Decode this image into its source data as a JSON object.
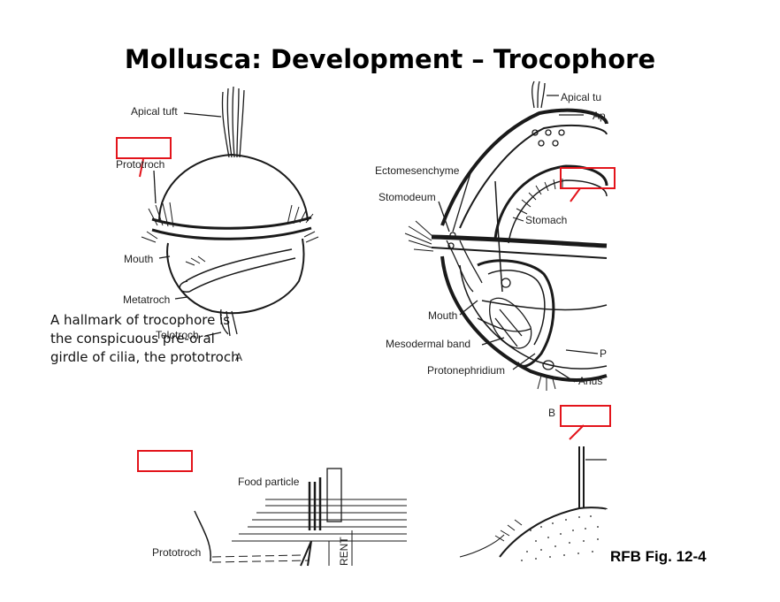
{
  "slide": {
    "title": "Mollusca: Development – Trocophore",
    "caption": "A hallmark of trocophore is the conspicuous pre-oral girdle of cilia, the prototroch",
    "figure_ref": "RFB Fig. 12-4"
  },
  "figure_a": {
    "letter": "A",
    "labels": {
      "apical_tuft": "Apical tuft",
      "prototroch": "Prototroch",
      "mouth": "Mouth",
      "metatroch": "Metatroch",
      "telotroch": "Telotroch"
    }
  },
  "figure_b": {
    "letter": "B",
    "labels": {
      "apical_tuft": "Apical tu",
      "apical_organ": "Ap",
      "ectomesenchyme": "Ectomesenchyme",
      "stomodeum": "Stomodeum",
      "stomach": "Stomach",
      "mouth": "Mouth",
      "mesodermal_band": "Mesodermal band",
      "protonephridium": "Protonephridium",
      "anus": "Anus",
      "p_label": "P"
    }
  },
  "figure_c": {
    "labels": {
      "food_particle": "Food particle",
      "prototroch": "Prototroch",
      "current": "RENT"
    }
  },
  "colors": {
    "highlight_box": "#e3141b",
    "line_art": "#1a1a1a"
  }
}
